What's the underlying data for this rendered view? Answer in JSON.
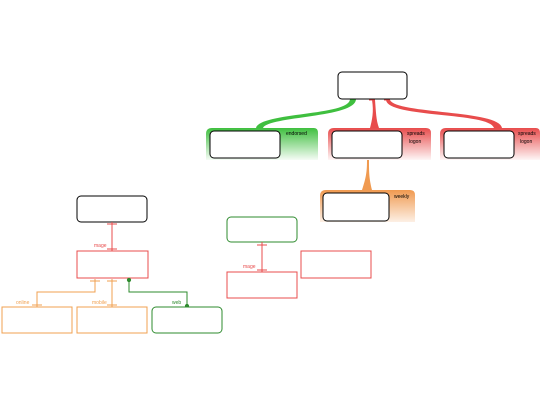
{
  "labels": {
    "endorsed": "endorsed",
    "spells_logon_1": [
      "spreads",
      "logon"
    ],
    "spells_logon_2": [
      "spreads",
      "logon"
    ],
    "weekly": "weekly",
    "mage_1": "mage",
    "mage_2": "mage",
    "online": "online",
    "mobile": "mobile",
    "web": "web"
  },
  "colors": {
    "green": "#3fbf3f",
    "red": "#e84c4c",
    "orange": "#f0a050",
    "dark_green": "#2e8b2e",
    "black": "#000000"
  }
}
